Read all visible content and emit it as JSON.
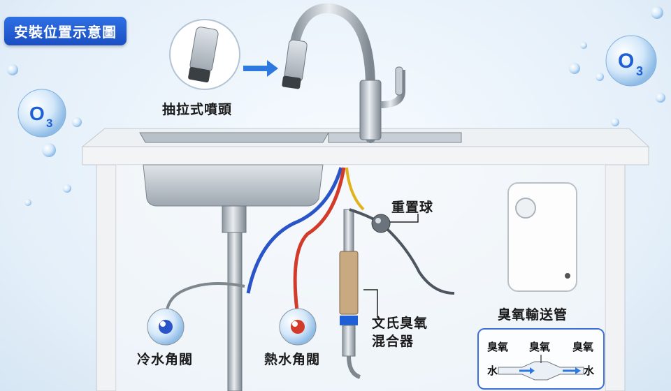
{
  "title": "安裝位置示意圖",
  "labels": {
    "spray_head": "抽拉式噴頭",
    "reset_ball": "重置球",
    "ozone_tube": "臭氧輸送管",
    "venturi_mixer_line1": "文氏臭氧",
    "venturi_mixer_line2": "混合器",
    "cold_valve": "冷水角閥",
    "hot_valve": "熱水角閥"
  },
  "ozone_badge": {
    "symbol": "O",
    "subscript": "3"
  },
  "inset": {
    "top_left": "臭氧",
    "top_center": "臭氧",
    "top_right": "臭氧",
    "bottom_left": "水",
    "bottom_right": "水"
  },
  "colors": {
    "accent_blue": "#1f5fd6",
    "cold_pipe": "#2a55c8",
    "hot_pipe": "#d23a2a",
    "steel": "#a9b2bb"
  }
}
